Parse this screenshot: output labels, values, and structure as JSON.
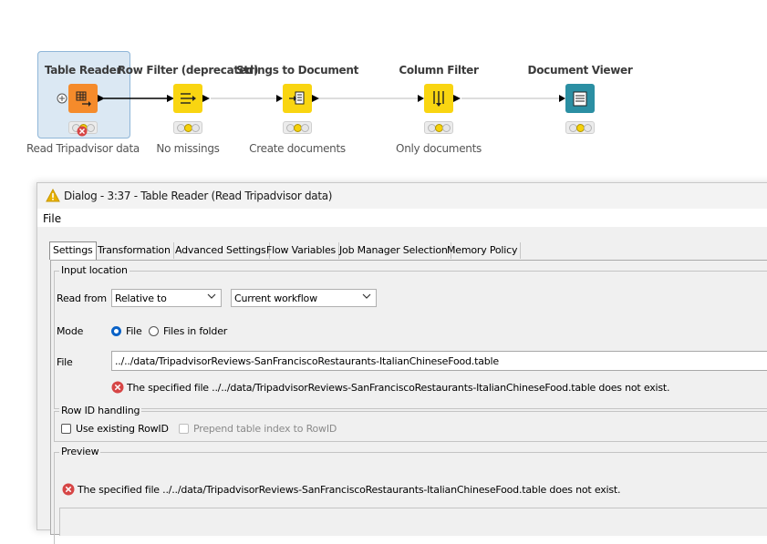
{
  "workflow": {
    "nodes": [
      {
        "title": "Table Reader",
        "label": "Read Tripadvisor data",
        "color": "#f58b2b",
        "icon": "table-reader-icon"
      },
      {
        "title": "Row Filter (deprecated)",
        "label": "No missings",
        "color": "#f9d511",
        "icon": "row-filter-icon"
      },
      {
        "title": "Strings to Document",
        "label": "Create documents",
        "color": "#f9d511",
        "icon": "strings-to-document-icon"
      },
      {
        "title": "Column Filter",
        "label": "Only documents",
        "color": "#f9d511",
        "icon": "column-filter-icon"
      },
      {
        "title": "Document Viewer",
        "label": "",
        "color": "#2b8fa3",
        "icon": "document-viewer-icon"
      }
    ]
  },
  "dialog": {
    "title": "Dialog - 3:37 - Table Reader (Read Tripadvisor data)",
    "menu": {
      "file": "File"
    },
    "tabs": [
      "Settings",
      "Transformation",
      "Advanced Settings",
      "Flow Variables",
      "Job Manager Selection",
      "Memory Policy"
    ],
    "active_tab": "Settings",
    "input_location": {
      "group_title": "Input location",
      "read_from_label": "Read from",
      "read_from_value": "Relative to",
      "relative_value": "Current workflow",
      "mode_label": "Mode",
      "mode_file": "File",
      "mode_folder": "Files in folder",
      "file_label": "File",
      "file_value": "../../data/TripadvisorReviews-SanFranciscoRestaurants-ItalianChineseFood.table",
      "error": "The specified file ../../data/TripadvisorReviews-SanFranciscoRestaurants-ItalianChineseFood.table does not exist."
    },
    "row_id": {
      "group_title": "Row ID handling",
      "use_existing": "Use existing RowID",
      "prepend_index": "Prepend table index to RowID"
    },
    "preview": {
      "group_title": "Preview",
      "error": "The specified file ../../data/TripadvisorReviews-SanFranciscoRestaurants-ItalianChineseFood.table does not exist."
    }
  },
  "colors": {
    "warning": "#e8b100",
    "error": "#d64545",
    "radio_selected": "#0a62c7",
    "selection": "#dbe8f3"
  }
}
